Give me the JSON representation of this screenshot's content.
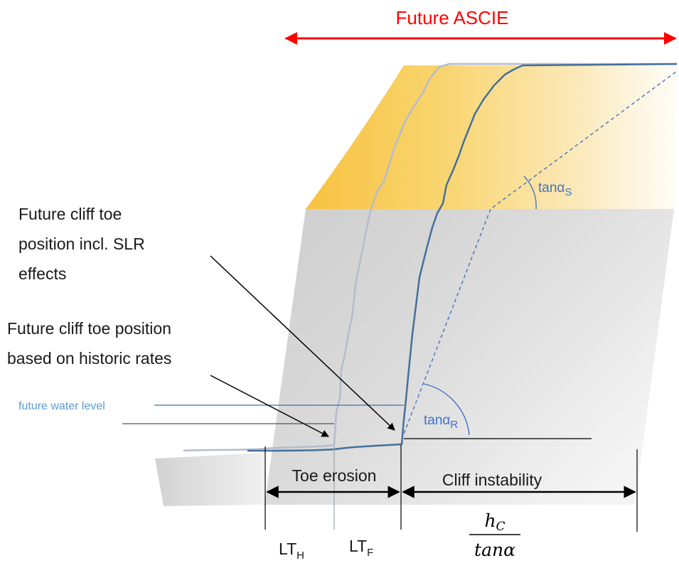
{
  "header": {
    "title": "Future ASCIE"
  },
  "annotations": {
    "toe_slr_line1": "Future cliff toe",
    "toe_slr_line2": "position incl. SLR",
    "toe_slr_line3": "effects",
    "toe_hist_line1": "Future cliff toe position",
    "toe_hist_line2": "based on historic rates",
    "water_level": "future water level"
  },
  "angles": {
    "slope_base": "tanα",
    "slope_sub": "S",
    "rock_base": "tanα",
    "rock_sub": "R"
  },
  "zones": {
    "toe_erosion": "Toe erosion",
    "cliff_instability": "Cliff instability"
  },
  "bottom_labels": {
    "lth_base": "LT",
    "lth_sub": "H",
    "ltf_base": "LT",
    "ltf_sub": "F",
    "numerator_main": "h",
    "numerator_sub": "C",
    "denominator": "tanα"
  },
  "colors": {
    "accent_red": "#ff0000",
    "line_blue": "#4472c4",
    "cliff_line": "#44709a",
    "faded_line": "#b4bccc",
    "sand_yellow": "#f7c948",
    "rock_grey": "#d6d6d6"
  }
}
